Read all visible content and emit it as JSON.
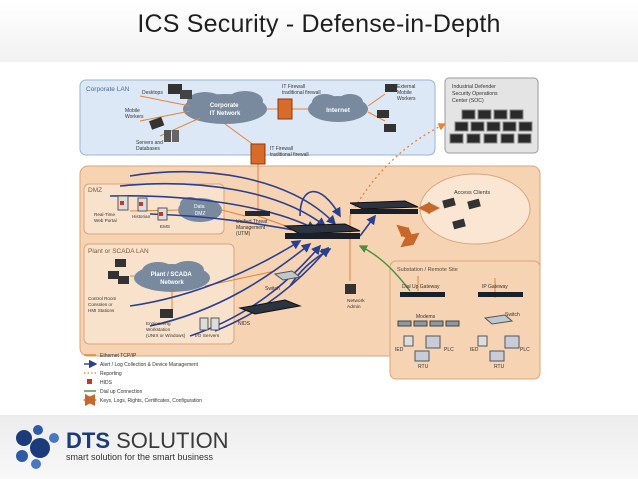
{
  "title": "ICS Security - Defense-in-Depth",
  "zones": {
    "corporate_lan": "Corporate LAN",
    "dmz": "DMZ",
    "plant": "Plant or SCADA LAN",
    "substation": "Substation / Remote Site",
    "soc": [
      "Industrial Defender",
      "Security Operations",
      "Center (SOC)"
    ]
  },
  "clouds": {
    "corporate": [
      "Corporate",
      "IT Network"
    ],
    "internet": "Internet",
    "data_dmz": [
      "Data",
      "DMZ"
    ],
    "plant": [
      "Plant / SCADA",
      "Network"
    ]
  },
  "labels": {
    "desktops": "Desktops",
    "mobile_workers": [
      "Mobile",
      "Workers"
    ],
    "servers": [
      "Servers and",
      "Databases"
    ],
    "it_firewall_1": [
      "IT Firewall",
      "traditional firewall"
    ],
    "it_firewall_2": [
      "IT Firewall",
      "traditional firewall"
    ],
    "external_workers": [
      "External",
      "Mobile",
      "Workers"
    ],
    "realtime_portal": [
      "Real-Time",
      "Web Portal"
    ],
    "historian": "Historian",
    "ems": "EMS",
    "utm": [
      "Unified Threat",
      "Management",
      "(UTM)"
    ],
    "access_clients": "Access Clients",
    "switch_plant": "Switch",
    "control_room": [
      "Control Room",
      "Consoles or",
      "HMI Stations"
    ],
    "eng_workstation": [
      "Engineering",
      "Workstation",
      "(UNIX or Windows)"
    ],
    "io_servers": "I/O Servers",
    "nids": "NIDS",
    "network_admin": [
      "Network",
      "Admin"
    ],
    "dialup_gateway": "Dial Up Gateway",
    "ip_gateway": "IP Gateway",
    "modems": "Modems",
    "switch_sub": "Switch",
    "ied_1": "IED",
    "plc_1": "PLC",
    "rtu_1": "RTU",
    "ied_2": "IED",
    "plc_2": "PLC",
    "rtu_2": "RTU"
  },
  "legend": [
    {
      "label": "Ethernet TCP/IP",
      "color": "#e8823a",
      "style": "solid"
    },
    {
      "label": "Alert / Log Collection & Device Management",
      "color": "#2a3f8f",
      "style": "arrow"
    },
    {
      "label": "Reporting",
      "color": "#e8823a",
      "style": "dotted"
    },
    {
      "label": "HIDS",
      "color": "#c0392b",
      "style": "square"
    },
    {
      "label": "Dial up Connection",
      "color": "#4a8f3a",
      "style": "solid"
    },
    {
      "label": "Keys, Logs, Rights, Certificates, Configuration",
      "color": "#c8672a",
      "style": "double-arrow"
    }
  ],
  "footer": {
    "brand_prefix": "DTS",
    "brand_suffix": " SOLUTION",
    "tagline": "smart solution for the smart business"
  },
  "colors": {
    "corporate_bg": "#dce8f6",
    "dmz_bg": "#f5d3b3",
    "substation_bg": "#f5d3b3",
    "soc_bg": "#e4e4e4",
    "arrow_blue": "#2a3f8f",
    "ethernet_orange": "#e8823a"
  }
}
